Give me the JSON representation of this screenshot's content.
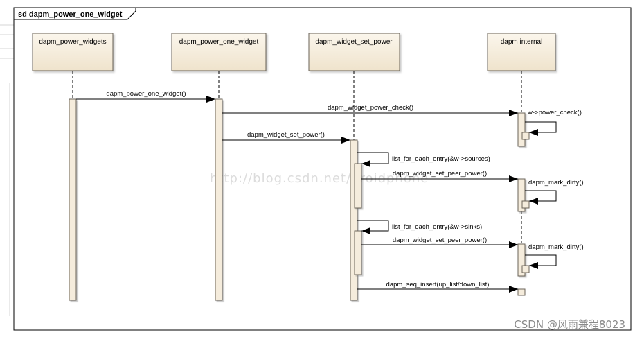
{
  "diagram": {
    "frame_label": "sd dapm_power_one_widget",
    "lifelines": [
      {
        "id": "l0",
        "name": "dapm_power_widgets"
      },
      {
        "id": "l1",
        "name": "dapm_power_one_widget"
      },
      {
        "id": "l2",
        "name": "dapm_widget_set_power"
      },
      {
        "id": "l3",
        "name": "dapm internal"
      }
    ],
    "messages": [
      {
        "label": "dapm_power_one_widget()"
      },
      {
        "label": "dapm_widget_power_check()"
      },
      {
        "label": "w->power_check()"
      },
      {
        "label": "dapm_widget_set_power()"
      },
      {
        "label": "list_for_each_entry(&w->sources)"
      },
      {
        "label": "dapm_widget_set_peer_power()"
      },
      {
        "label": "dapm_mark_dirty()"
      },
      {
        "label": "list_for_each_entry(&w->sinks)"
      },
      {
        "label": "dapm_widget_set_peer_power()"
      },
      {
        "label": "dapm_mark_dirty()"
      },
      {
        "label": "dapm_seq_insert(up_list/down_list)"
      }
    ],
    "colors": {
      "box_fill": "#f5ecdc",
      "box_stroke": "#6b6358",
      "line": "#000000",
      "frame": "#000000",
      "watermark": "#e2e2e2"
    }
  },
  "overlay": {
    "watermark_url": "http://blog.csdn.net/droidphone",
    "csdn_watermark": "CSDN @风雨兼程8023"
  }
}
